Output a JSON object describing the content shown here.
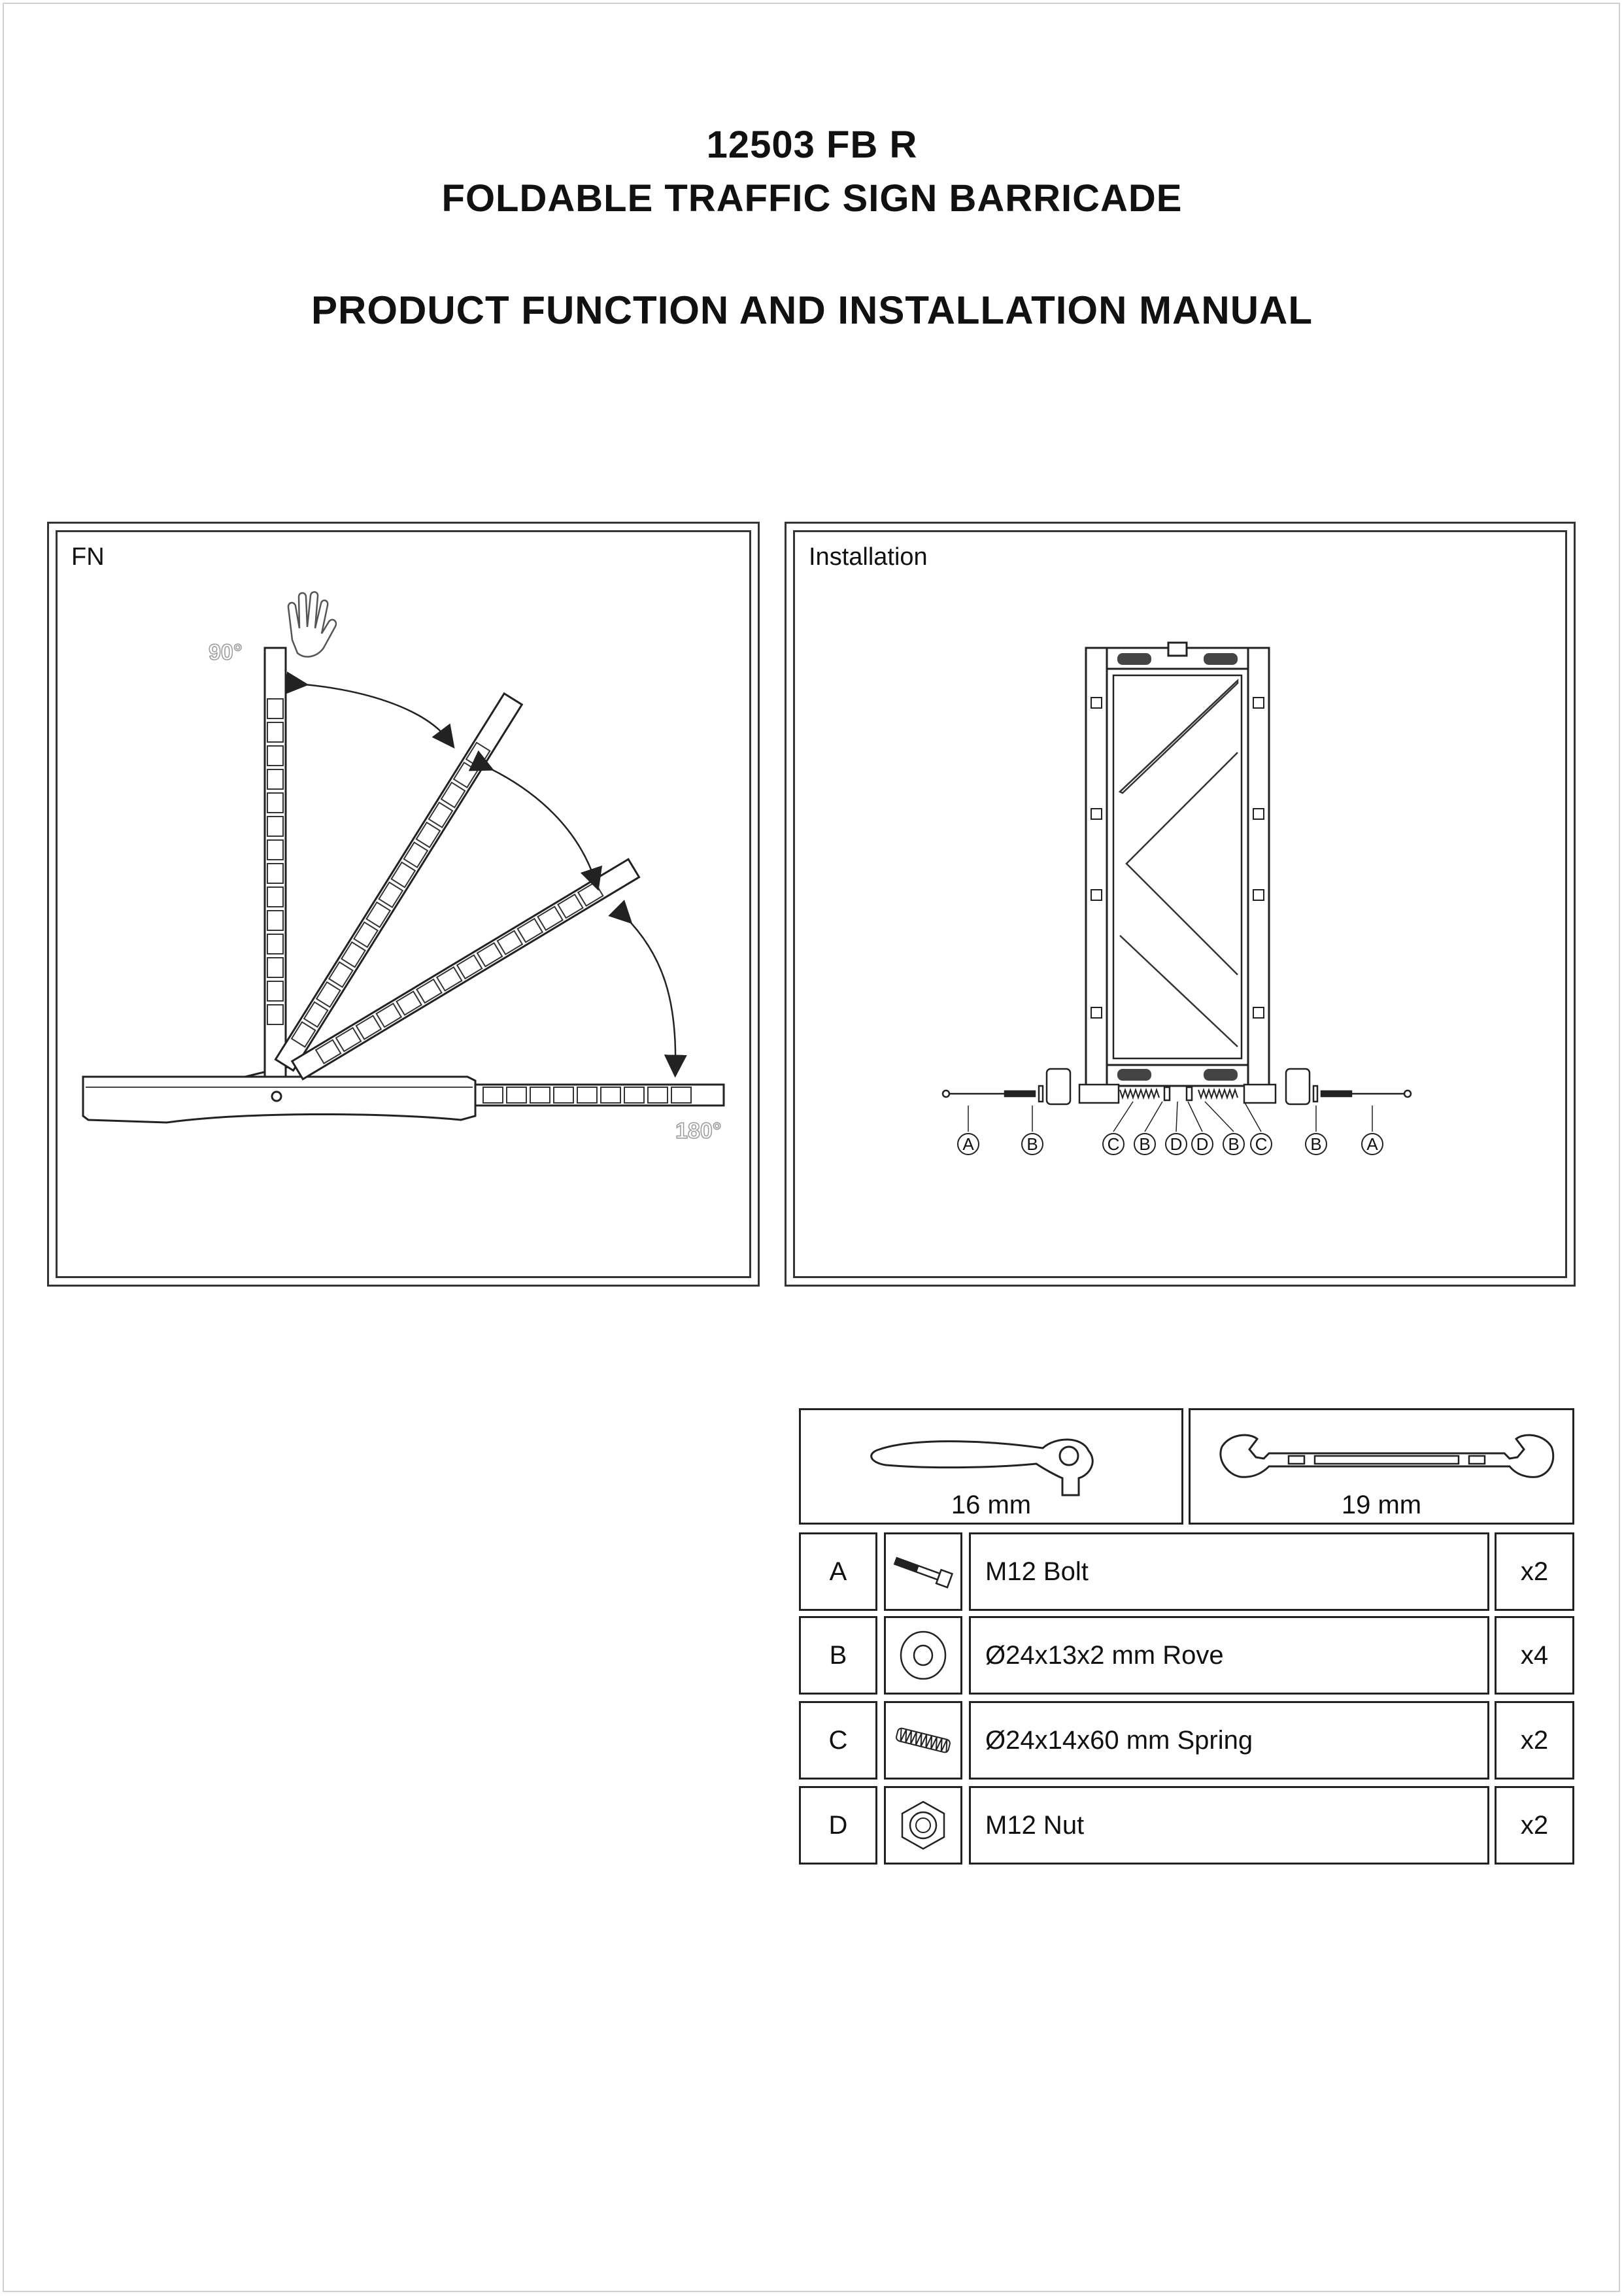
{
  "header": {
    "model": "12503 FB R",
    "product": "FOLDABLE TRAFFIC SIGN BARRICADE",
    "manual": "PRODUCT FUNCTION AND INSTALLATION MANUAL"
  },
  "fn_panel": {
    "label": "FN",
    "angle_top": "90°",
    "angle_bottom": "180°"
  },
  "installation_panel": {
    "label": "Installation",
    "callouts": [
      "A",
      "B",
      "C",
      "B",
      "D",
      "D",
      "B",
      "C",
      "B",
      "A"
    ]
  },
  "tools": [
    {
      "icon": "ratchet-icon",
      "label": "16 mm"
    },
    {
      "icon": "wrench-icon",
      "label": "19 mm"
    }
  ],
  "parts": [
    {
      "code": "A",
      "icon": "bolt-icon",
      "name": "M12 Bolt",
      "qty": "x2"
    },
    {
      "code": "B",
      "icon": "washer-icon",
      "name": "Ø24x13x2 mm Rove",
      "qty": "x4"
    },
    {
      "code": "C",
      "icon": "spring-icon",
      "name": "Ø24x14x60 mm Spring",
      "qty": "x2"
    },
    {
      "code": "D",
      "icon": "nut-icon",
      "name": "M12 Nut",
      "qty": "x2"
    }
  ]
}
